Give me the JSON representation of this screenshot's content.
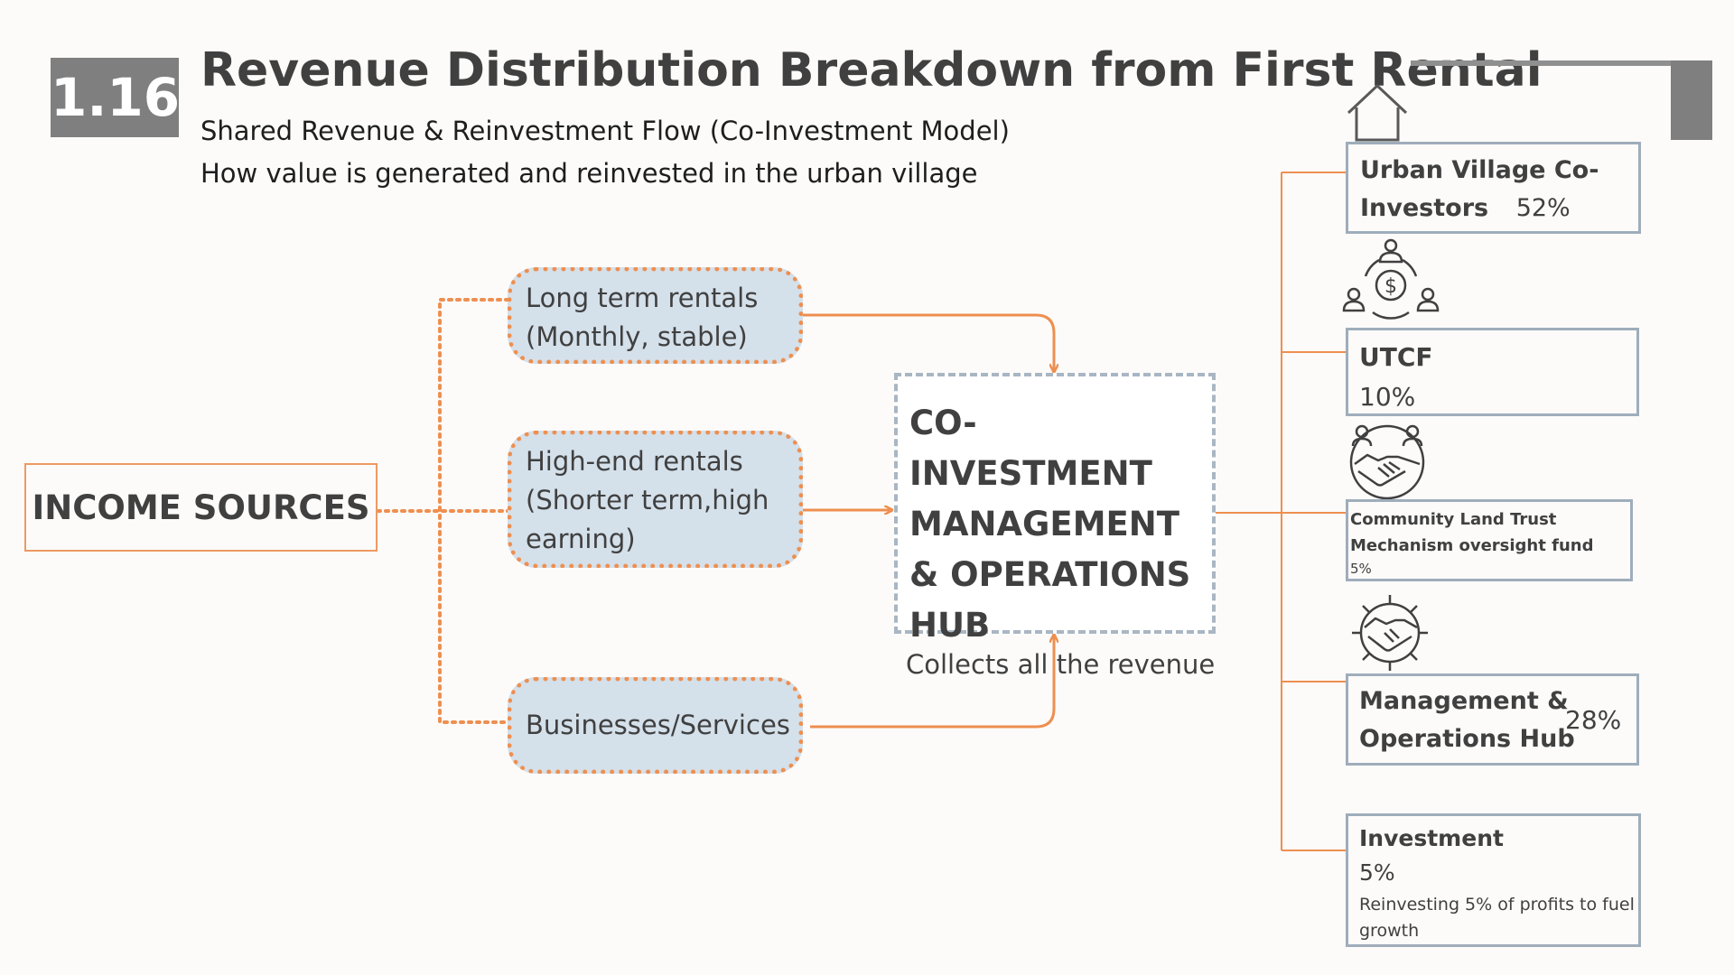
{
  "header": {
    "section_number": "1.16",
    "title": "Revenue Distribution Breakdown from First Rental",
    "subtitle_1": "Shared Revenue & Reinvestment Flow (Co-Investment Model)",
    "subtitle_2": "How value is generated and reinvested in the urban village"
  },
  "income_sources": {
    "label": "INCOME SOURCES"
  },
  "streams": [
    {
      "line1": "Long term rentals",
      "line2": "(Monthly, stable)"
    },
    {
      "line1": "High-end rentals",
      "line2": "(Shorter term,high",
      "line3": "earning)"
    },
    {
      "line1": "Businesses/Services"
    }
  ],
  "hub": {
    "title": "CO-INVESTMENT MANAGEMENT & OPERATIONS HUB",
    "subtitle": "Collects all the revenue"
  },
  "distribution": [
    {
      "label_line1": "Urban Village Co-",
      "label_line2": "Investors",
      "percent": "52%",
      "icon": "house-icon"
    },
    {
      "label": "UTCF",
      "percent": "10%",
      "icon": "community-fund-icon"
    },
    {
      "label_line1": "Community Land Trust",
      "label_line2": "Mechanism oversight fund",
      "percent": "5%",
      "icon": "handshake-circle-icon"
    },
    {
      "label_line1": "Management &",
      "label_line2": "Operations Hub",
      "percent": "28%",
      "icon": "handshake-gear-icon"
    },
    {
      "label": "Investment",
      "percent": "5%",
      "note_line1": "Reinvesting 5% of profits to fuel",
      "note_line2": "growth"
    }
  ],
  "colors": {
    "accent_orange": "#ee8f50",
    "pill_fill": "#d4e0ea",
    "box_border": "#9fadbb",
    "header_gray": "#7f7f7f"
  }
}
